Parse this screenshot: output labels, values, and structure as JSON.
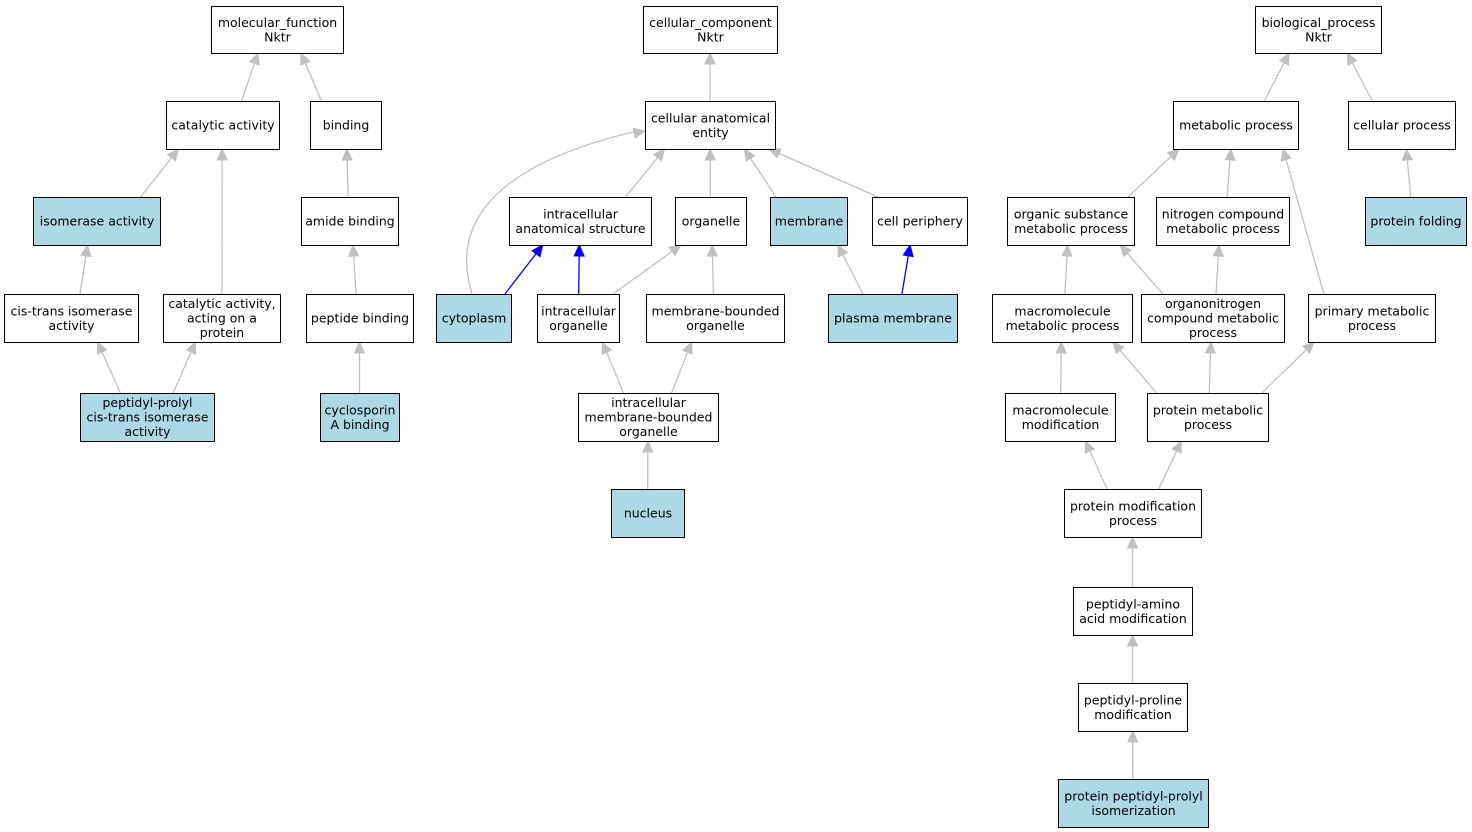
{
  "colors": {
    "highlight_fill": "#add8e6",
    "plain_fill": "#ffffff",
    "edge_gray": "#c0c0c0",
    "edge_blue": "#0000ff",
    "border": "#000000"
  },
  "nodes": [
    {
      "id": "mf",
      "lines": [
        "molecular_function",
        "Nktr"
      ],
      "highlight": false
    },
    {
      "id": "catalytic",
      "lines": [
        "catalytic activity"
      ],
      "highlight": false
    },
    {
      "id": "binding",
      "lines": [
        "binding"
      ],
      "highlight": false
    },
    {
      "id": "isomerase",
      "lines": [
        "isomerase activity"
      ],
      "highlight": true
    },
    {
      "id": "amide",
      "lines": [
        "amide binding"
      ],
      "highlight": false
    },
    {
      "id": "cistrans",
      "lines": [
        "cis-trans isomerase",
        "activity"
      ],
      "highlight": false
    },
    {
      "id": "catprot",
      "lines": [
        "catalytic activity,",
        "acting on a",
        "protein"
      ],
      "highlight": false
    },
    {
      "id": "peptidebind",
      "lines": [
        "peptide binding"
      ],
      "highlight": false
    },
    {
      "id": "ppi",
      "lines": [
        "peptidyl-prolyl",
        "cis-trans isomerase",
        "activity"
      ],
      "highlight": true
    },
    {
      "id": "cyclo",
      "lines": [
        "cyclosporin",
        "A binding"
      ],
      "highlight": true
    },
    {
      "id": "cc",
      "lines": [
        "cellular_component",
        "Nktr"
      ],
      "highlight": false
    },
    {
      "id": "cae",
      "lines": [
        "cellular anatomical",
        "entity"
      ],
      "highlight": false
    },
    {
      "id": "ias",
      "lines": [
        "intracellular",
        "anatomical structure"
      ],
      "highlight": false
    },
    {
      "id": "organelle",
      "lines": [
        "organelle"
      ],
      "highlight": false
    },
    {
      "id": "membrane",
      "lines": [
        "membrane"
      ],
      "highlight": true
    },
    {
      "id": "periphery",
      "lines": [
        "cell periphery"
      ],
      "highlight": false
    },
    {
      "id": "cytoplasm",
      "lines": [
        "cytoplasm"
      ],
      "highlight": true
    },
    {
      "id": "intorg",
      "lines": [
        "intracellular",
        "organelle"
      ],
      "highlight": false
    },
    {
      "id": "mbo",
      "lines": [
        "membrane-bounded",
        "organelle"
      ],
      "highlight": false
    },
    {
      "id": "pm",
      "lines": [
        "plasma membrane"
      ],
      "highlight": true
    },
    {
      "id": "imbo",
      "lines": [
        "intracellular",
        "membrane-bounded",
        "organelle"
      ],
      "highlight": false
    },
    {
      "id": "nucleus",
      "lines": [
        "nucleus"
      ],
      "highlight": true
    },
    {
      "id": "bp",
      "lines": [
        "biological_process",
        "Nktr"
      ],
      "highlight": false
    },
    {
      "id": "metab",
      "lines": [
        "metabolic process"
      ],
      "highlight": false
    },
    {
      "id": "cellproc",
      "lines": [
        "cellular process"
      ],
      "highlight": false
    },
    {
      "id": "osmp",
      "lines": [
        "organic substance",
        "metabolic process"
      ],
      "highlight": false
    },
    {
      "id": "ncmp",
      "lines": [
        "nitrogen compound",
        "metabolic process"
      ],
      "highlight": false
    },
    {
      "id": "folding",
      "lines": [
        "protein folding"
      ],
      "highlight": true
    },
    {
      "id": "macmp",
      "lines": [
        "macromolecule",
        "metabolic process"
      ],
      "highlight": false
    },
    {
      "id": "oncmp",
      "lines": [
        "organonitrogen",
        "compound metabolic",
        "process"
      ],
      "highlight": false
    },
    {
      "id": "pmp",
      "lines": [
        "primary metabolic",
        "process"
      ],
      "highlight": false
    },
    {
      "id": "macmod",
      "lines": [
        "macromolecule",
        "modification"
      ],
      "highlight": false
    },
    {
      "id": "protmp",
      "lines": [
        "protein metabolic",
        "process"
      ],
      "highlight": false
    },
    {
      "id": "pmod",
      "lines": [
        "protein modification",
        "process"
      ],
      "highlight": false
    },
    {
      "id": "paam",
      "lines": [
        "peptidyl-amino",
        "acid modification"
      ],
      "highlight": false
    },
    {
      "id": "ppm",
      "lines": [
        "peptidyl-proline",
        "modification"
      ],
      "highlight": false
    },
    {
      "id": "ppiso",
      "lines": [
        "protein peptidyl-prolyl",
        "isomerization"
      ],
      "highlight": true
    }
  ],
  "edges": [
    {
      "from": "catalytic",
      "to": "mf",
      "color": "gray"
    },
    {
      "from": "binding",
      "to": "mf",
      "color": "gray"
    },
    {
      "from": "isomerase",
      "to": "catalytic",
      "color": "gray"
    },
    {
      "from": "catprot",
      "to": "catalytic",
      "color": "gray"
    },
    {
      "from": "amide",
      "to": "binding",
      "color": "gray"
    },
    {
      "from": "cistrans",
      "to": "isomerase",
      "color": "gray"
    },
    {
      "from": "peptidebind",
      "to": "amide",
      "color": "gray"
    },
    {
      "from": "ppi",
      "to": "cistrans",
      "color": "gray"
    },
    {
      "from": "ppi",
      "to": "catprot",
      "color": "gray"
    },
    {
      "from": "cyclo",
      "to": "peptidebind",
      "color": "gray"
    },
    {
      "from": "cae",
      "to": "cc",
      "color": "gray"
    },
    {
      "from": "ias",
      "to": "cae",
      "color": "gray"
    },
    {
      "from": "organelle",
      "to": "cae",
      "color": "gray"
    },
    {
      "from": "membrane",
      "to": "cae",
      "color": "gray"
    },
    {
      "from": "periphery",
      "to": "cae",
      "color": "gray"
    },
    {
      "from": "cytoplasm",
      "to": "cae",
      "color": "gray"
    },
    {
      "from": "cytoplasm",
      "to": "ias",
      "color": "blue"
    },
    {
      "from": "intorg",
      "to": "ias",
      "color": "blue"
    },
    {
      "from": "intorg",
      "to": "organelle",
      "color": "gray"
    },
    {
      "from": "mbo",
      "to": "organelle",
      "color": "gray"
    },
    {
      "from": "pm",
      "to": "membrane",
      "color": "gray"
    },
    {
      "from": "pm",
      "to": "periphery",
      "color": "blue"
    },
    {
      "from": "imbo",
      "to": "intorg",
      "color": "gray"
    },
    {
      "from": "imbo",
      "to": "mbo",
      "color": "gray"
    },
    {
      "from": "nucleus",
      "to": "imbo",
      "color": "gray"
    },
    {
      "from": "metab",
      "to": "bp",
      "color": "gray"
    },
    {
      "from": "cellproc",
      "to": "bp",
      "color": "gray"
    },
    {
      "from": "osmp",
      "to": "metab",
      "color": "gray"
    },
    {
      "from": "ncmp",
      "to": "metab",
      "color": "gray"
    },
    {
      "from": "pmp",
      "to": "metab",
      "color": "gray"
    },
    {
      "from": "folding",
      "to": "cellproc",
      "color": "gray"
    },
    {
      "from": "macmp",
      "to": "osmp",
      "color": "gray"
    },
    {
      "from": "oncmp",
      "to": "osmp",
      "color": "gray"
    },
    {
      "from": "oncmp",
      "to": "ncmp",
      "color": "gray"
    },
    {
      "from": "macmod",
      "to": "macmp",
      "color": "gray"
    },
    {
      "from": "protmp",
      "to": "macmp",
      "color": "gray"
    },
    {
      "from": "protmp",
      "to": "oncmp",
      "color": "gray"
    },
    {
      "from": "protmp",
      "to": "pmp",
      "color": "gray"
    },
    {
      "from": "pmod",
      "to": "macmod",
      "color": "gray"
    },
    {
      "from": "pmod",
      "to": "protmp",
      "color": "gray"
    },
    {
      "from": "paam",
      "to": "pmod",
      "color": "gray"
    },
    {
      "from": "ppm",
      "to": "paam",
      "color": "gray"
    },
    {
      "from": "ppiso",
      "to": "ppm",
      "color": "gray"
    }
  ]
}
